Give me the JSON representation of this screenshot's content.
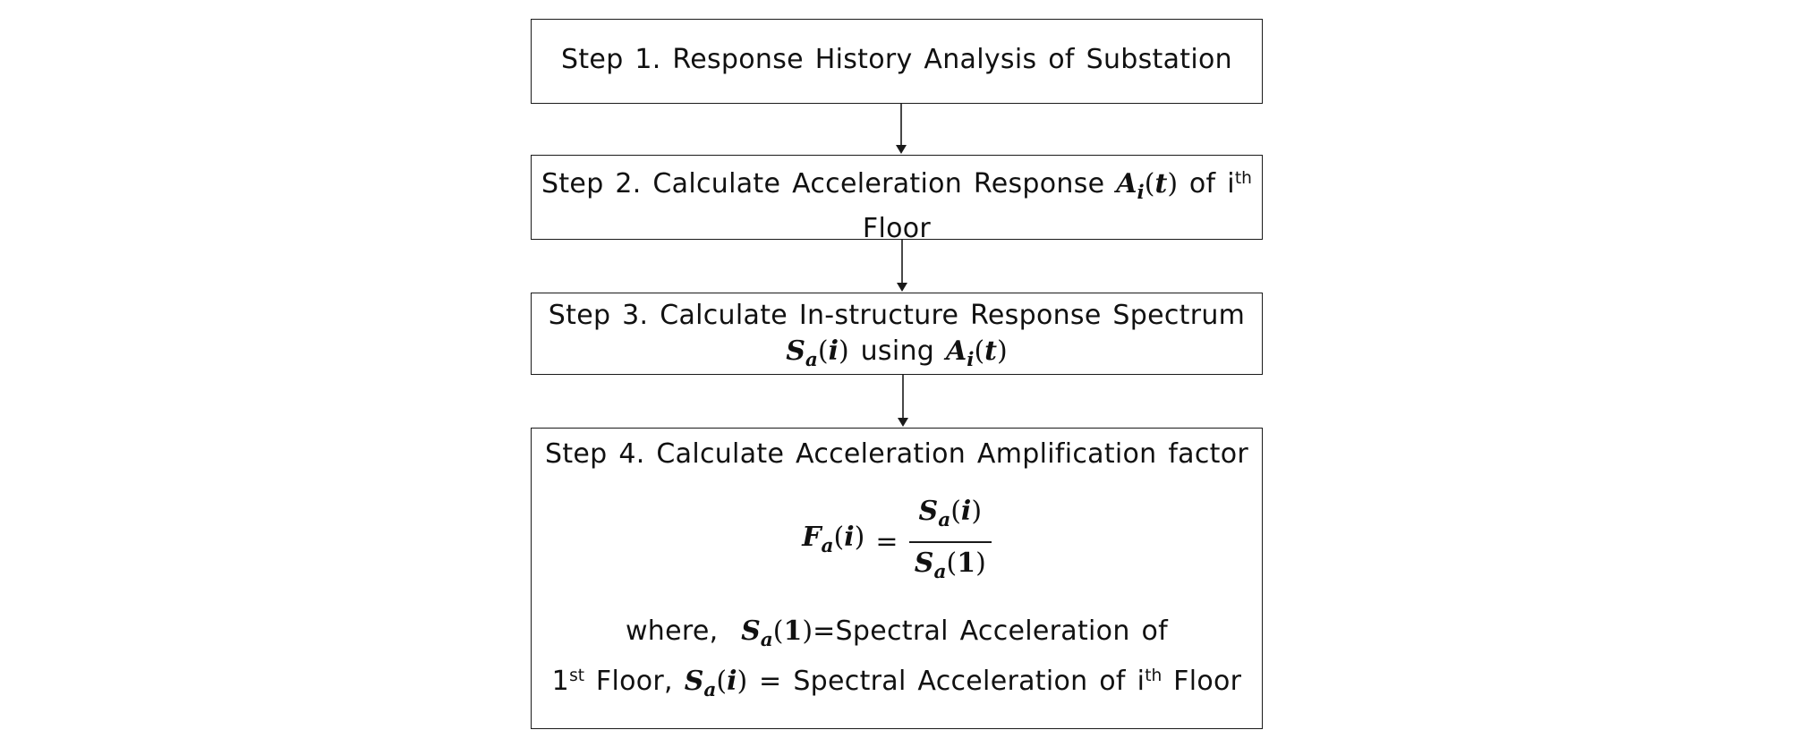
{
  "steps": {
    "step1": {
      "text": "Step 1. Response History Analysis of Substation"
    },
    "step2": {
      "prefix": "Step 2. Calculate Acceleration Response ",
      "var_main": "A",
      "var_sub": "i",
      "var_arg": "t",
      "mid": " of i",
      "sup": "th",
      "suffix": "Floor"
    },
    "step3": {
      "line1": "Step 3. Calculate In-structure Response Spectrum",
      "s_main": "S",
      "s_sub": "a",
      "s_arg": "i",
      "using": " using ",
      "a_main": "A",
      "a_sub": "i",
      "a_arg": "t"
    },
    "step4": {
      "line1": "Step 4. Calculate Acceleration Amplification factor",
      "formula": {
        "lhs_main": "F",
        "lhs_sub": "a",
        "lhs_arg": "i",
        "equals": "=",
        "num_main": "S",
        "num_sub": "a",
        "num_arg": "i",
        "den_main": "S",
        "den_sub": "a",
        "den_arg": "1"
      },
      "where_prefix": "where,  ",
      "where_s_main": "S",
      "where_s_sub": "a",
      "where_s_arg": "1",
      "where_def1": "=Spectral Acceleration of",
      "line3_num": "1",
      "line3_sup": "st",
      "line3_floor": " Floor, ",
      "line3_s_main": "S",
      "line3_s_sub": "a",
      "line3_s_arg": "i",
      "line3_def": " = Spectral Acceleration of i",
      "line3_sup2": "th",
      "line3_end": " Floor"
    }
  }
}
